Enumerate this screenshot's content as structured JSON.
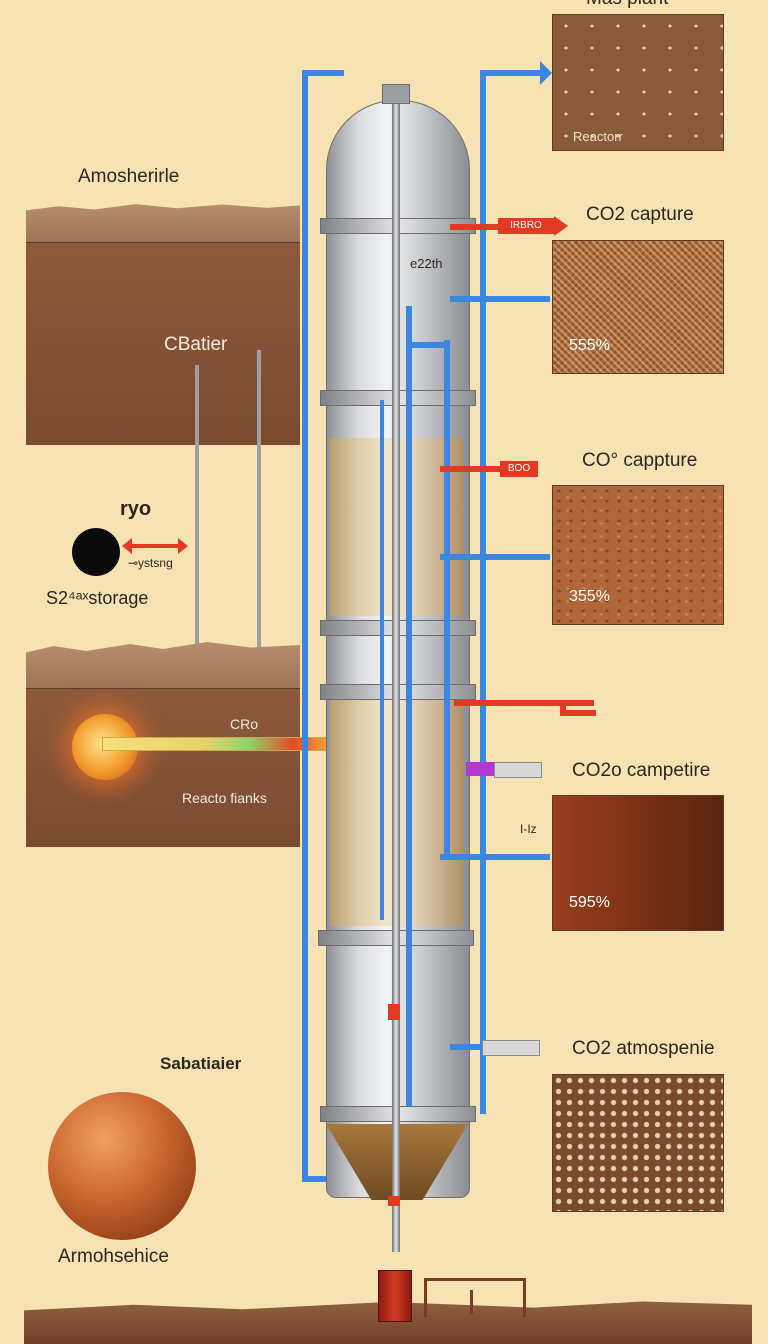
{
  "top_label": "Mas plant",
  "atmosphere_label": "Amosherirle",
  "cbatier_label": "CBatier",
  "ryo_label": "ryo",
  "storage_label": "S2⁴ᵃˣstorage",
  "arrow_tag": "⊸ystsng",
  "cro_label": "CRo",
  "reactor_tanks_label": "Reacto fianks",
  "sabatier_label": "Sabatiaier",
  "bottom_label": "Armohsehice",
  "column_tag": "e22th",
  "small_tag": "I-Iz",
  "tags": {
    "top_red": "IRBRO",
    "mid_red": "BOO",
    "purple": "",
    "lower": ""
  },
  "panels": [
    {
      "title": "",
      "pct": "",
      "caption": "Reactorr"
    },
    {
      "title": "CO2 capture",
      "pct": "555%"
    },
    {
      "title": "CO° cappture",
      "pct": "355%"
    },
    {
      "title": "CO2o campetire",
      "pct": "595%"
    },
    {
      "title": "CO2 atmospenie",
      "pct": ""
    }
  ],
  "colors": {
    "pipe_blue": "#3a86e0",
    "pipe_red": "#e23a22",
    "background": "#f7e2b4",
    "soil": "#7a4a31"
  }
}
